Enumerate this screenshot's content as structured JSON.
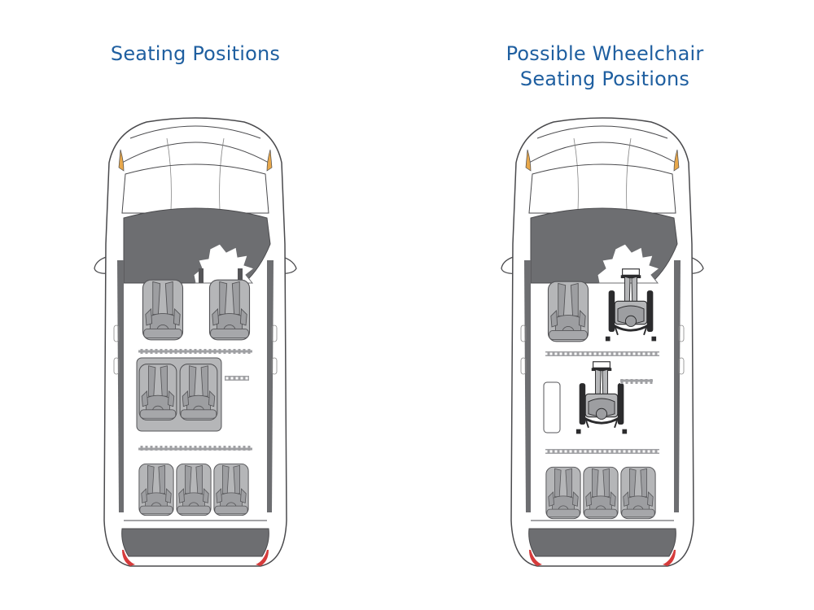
{
  "panels": {
    "left": {
      "title": "Seating Positions"
    },
    "right": {
      "title_line1": "Possible Wheelchair",
      "title_line2": "Seating Positions"
    }
  },
  "colors": {
    "title": "#1f5fa0",
    "roof": "#6d6e71",
    "seat": "#b5b6b8",
    "person": "#9d9ea1",
    "outline": "#555558",
    "body_outline": "#4a4a4d",
    "headlight": "#e8a84b",
    "taillight": "#d63b3b",
    "wheelchair": "#2b2b2d"
  },
  "diagram": {
    "left": {
      "rows": [
        {
          "row": "front",
          "seats": [
            "driver",
            "passenger"
          ]
        },
        {
          "row": "second",
          "seats": [
            "seat",
            "seat"
          ]
        },
        {
          "row": "third",
          "seats": [
            "seat",
            "seat",
            "seat"
          ]
        }
      ]
    },
    "right": {
      "rows": [
        {
          "row": "front",
          "seats": [
            "driver",
            "wheelchair"
          ]
        },
        {
          "row": "second",
          "seats": [
            "fold-up-seat",
            "wheelchair"
          ]
        },
        {
          "row": "third",
          "seats": [
            "seat",
            "seat",
            "seat"
          ]
        }
      ]
    },
    "icons": [
      "van-top-view",
      "seated-person",
      "wheelchair-user",
      "tie-down-track"
    ]
  }
}
